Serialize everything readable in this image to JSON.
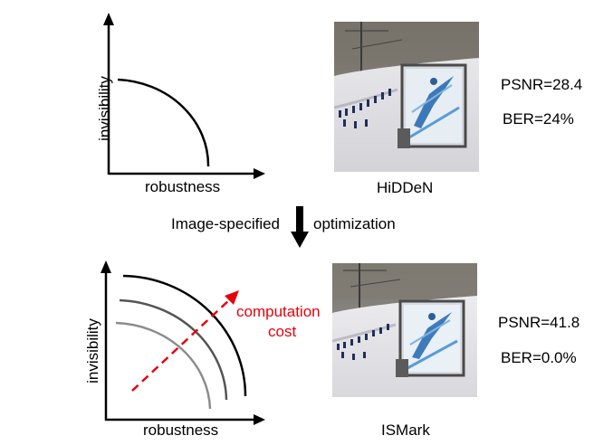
{
  "top": {
    "plot": {
      "xlabel": "robustness",
      "ylabel": "invisibility"
    },
    "image_caption": "HiDDeN",
    "metrics": {
      "psnr": "PSNR=28.4",
      "ber": "BER=24%"
    }
  },
  "transition": {
    "left_label": "Image-specified",
    "right_label": "optimization"
  },
  "bottom": {
    "plot": {
      "xlabel": "robustness",
      "ylabel": "invisibility",
      "annotation_line1": "computation",
      "annotation_line2": "cost"
    },
    "image_caption": "ISMark",
    "metrics": {
      "psnr": "PSNR=41.8",
      "ber": "BER=0.0%"
    }
  },
  "colors": {
    "annotation": "#e8000b",
    "curve_light": "#8c8c8c",
    "curve_mid": "#555555",
    "curve_dark": "#000000"
  },
  "icons": {
    "down_arrow": "down-arrow-icon"
  }
}
